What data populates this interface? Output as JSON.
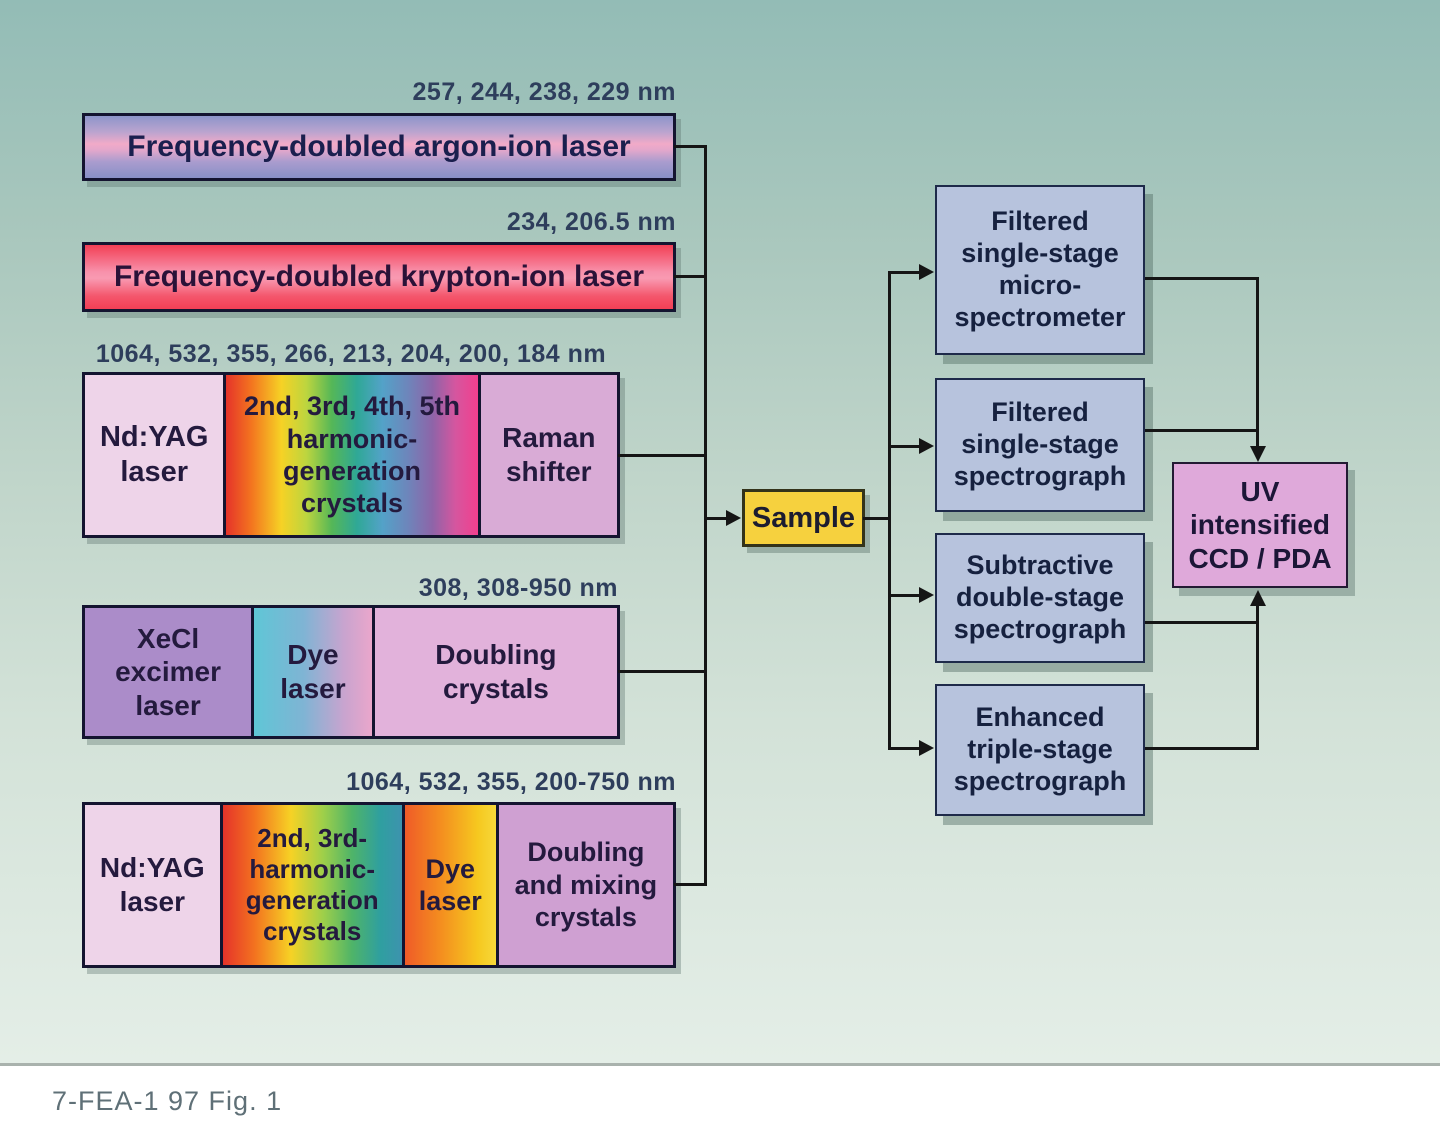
{
  "figure": {
    "caption": "7-FEA-1 97 Fig. 1"
  },
  "sources": [
    {
      "name": "argon",
      "label": "Frequency-doubled argon-ion laser",
      "wavelengths": "257, 244, 238, 229 nm"
    },
    {
      "name": "krypton",
      "label": "Frequency-doubled krypton-ion laser",
      "wavelengths": "234, 206.5 nm"
    },
    {
      "name": "ndyag-harmonics-raman",
      "wavelengths": "1064, 532, 355, 266, 213, 204, 200, 184 nm",
      "cells": [
        {
          "label": "Nd:YAG\nlaser"
        },
        {
          "label": "2nd, 3rd, 4th, 5th\nharmonic-\ngeneration\ncrystals"
        },
        {
          "label": "Raman\nshifter"
        }
      ]
    },
    {
      "name": "xecl-dye-doubling",
      "wavelengths": "308, 308-950 nm",
      "cells": [
        {
          "label": "XeCl\nexcimer\nlaser"
        },
        {
          "label": "Dye\nlaser"
        },
        {
          "label": "Doubling\ncrystals"
        }
      ]
    },
    {
      "name": "ndyag-dye-mixing",
      "wavelengths": "1064, 532, 355, 200-750 nm",
      "cells": [
        {
          "label": "Nd:YAG\nlaser"
        },
        {
          "label": "2nd, 3rd-\nharmonic-\ngeneration\ncrystals"
        },
        {
          "label": "Dye\nlaser"
        },
        {
          "label": "Doubling\nand mixing\ncrystals"
        }
      ]
    }
  ],
  "sample": {
    "label": "Sample"
  },
  "spectrometers": [
    {
      "label": "Filtered\nsingle-stage\nmicro-\nspectrometer"
    },
    {
      "label": "Filtered\nsingle-stage\nspectrograph"
    },
    {
      "label": "Subtractive\ndouble-stage\nspectrograph"
    },
    {
      "label": "Enhanced\ntriple-stage\nspectrograph"
    }
  ],
  "detector": {
    "label": "UV\nintensified\nCCD / PDA"
  },
  "palette": {
    "background_top": "#93bcb6",
    "background_bottom": "#e4eee7",
    "argon_bar": [
      "#8d95ca",
      "#f1aac8",
      "#8890c7"
    ],
    "krypton_bar": [
      "#f23f55",
      "#f99ab2",
      "#f23f55"
    ],
    "nd_yag_cell": "#eed4e9",
    "raman_cell": "#d9abd6",
    "xecl_cell": "#ab8cc9",
    "doubling_cell": "#e2b2db",
    "mixing_cell": "#cfa0d2",
    "spectrometer_box": "#b7c3dd",
    "sample_box": "#f6d13e",
    "detector_box": "#dfa9da",
    "connector": "#151515"
  }
}
